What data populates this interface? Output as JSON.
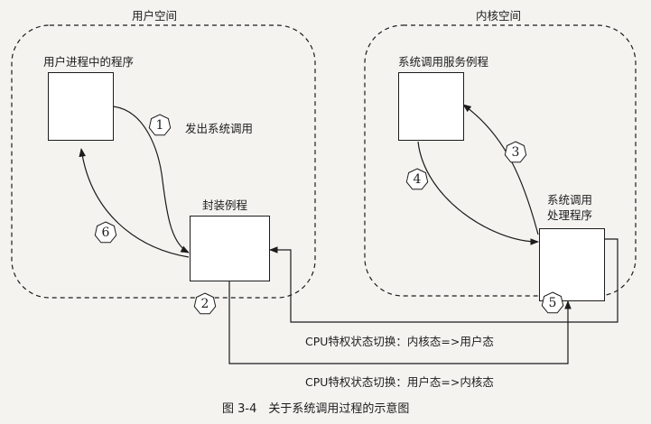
{
  "regions": {
    "user_space": "用户空间",
    "kernel_space": "内核空间"
  },
  "boxes": {
    "user_program": "用户进程中的程序",
    "wrapper_routine": "封装例程",
    "service_routine": "系统调用服务例程",
    "handler_line1": "系统调用",
    "handler_line2": "处理程序"
  },
  "labels": {
    "issue_syscall": "发出系统调用",
    "switch_kernel_to_user": "CPU特权状态切换：内核态=>用户态",
    "switch_user_to_kernel": "CPU特权状态切换：用户态=>内核态"
  },
  "steps": [
    "1",
    "2",
    "3",
    "4",
    "5",
    "6"
  ],
  "caption": "图 3-4　关于系统调用过程的示意图",
  "colors": {
    "line": "#1c1c1c",
    "background": "#f4f3f0",
    "box_fill": "#ffffff"
  }
}
